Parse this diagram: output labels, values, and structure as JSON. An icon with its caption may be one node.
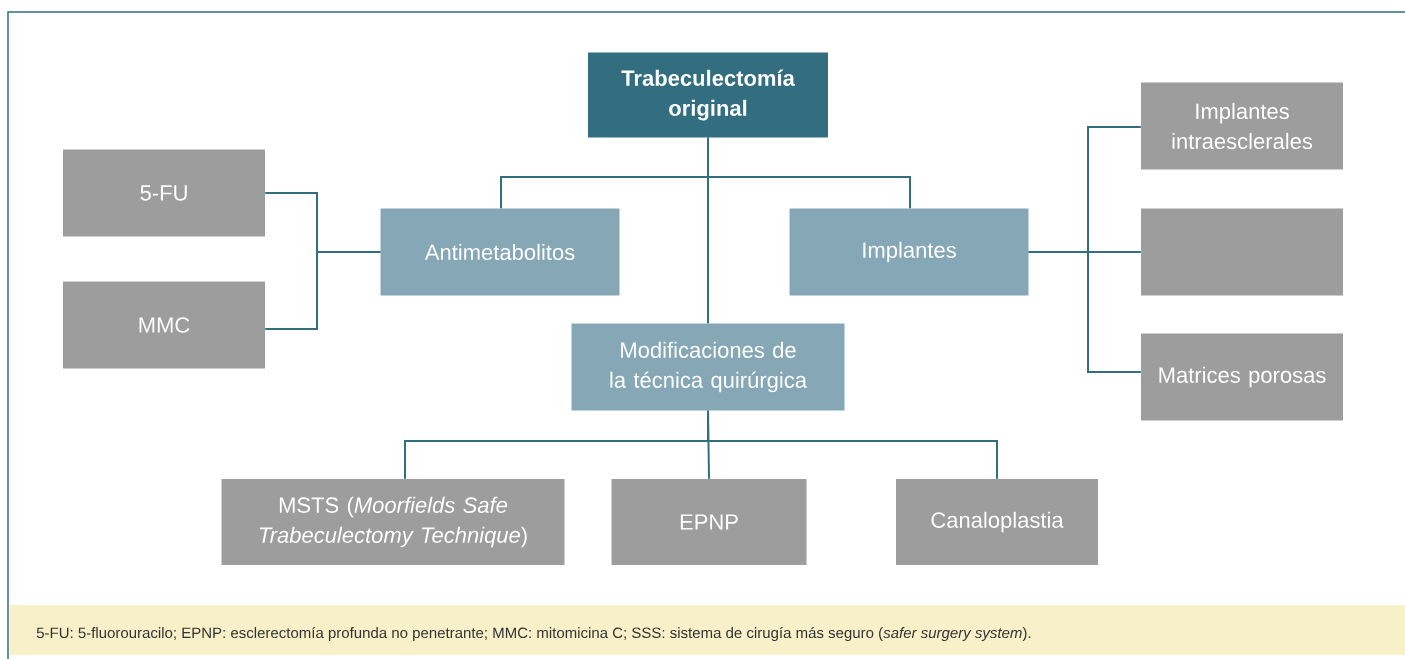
{
  "diagram": {
    "nodes": [
      {
        "text": [
          "Trabeculectomía original"
        ]
      },
      {
        "text": [
          "5-FU"
        ]
      },
      {
        "text": [
          "MMC"
        ]
      },
      {
        "text": [
          "Antimetabolitos"
        ]
      },
      {
        "text": [
          "Implantes"
        ]
      },
      {
        "text": [
          "Implantes intraesclerales"
        ]
      },
      {
        "text": [],
        "shape": "box"
      },
      {
        "text": [
          "Matrices porosas"
        ]
      },
      {
        "text": [
          "Modificaciones de la técnica quirúrgica"
        ]
      },
      {
        "text": [
          "MSTS (*Moorfields Safe Trabeculectomy Technique*)"
        ]
      },
      {
        "text": [
          "EPNP"
        ]
      },
      {
        "text": [
          "Canaloplastia"
        ]
      }
    ],
    "edges": [
      {
        "from": 0,
        "to": 3,
        "arrow": "none"
      },
      {
        "from": 0,
        "to": 4,
        "arrow": "none"
      },
      {
        "from": 0,
        "to": 8,
        "arrow": "none"
      },
      {
        "from": 3,
        "to": 1,
        "arrow": "none"
      },
      {
        "from": 3,
        "to": 2,
        "arrow": "none"
      },
      {
        "from": 4,
        "to": 5,
        "arrow": "none"
      },
      {
        "from": 4,
        "to": 6,
        "arrow": "none"
      },
      {
        "from": 4,
        "to": 7,
        "arrow": "none"
      },
      {
        "from": 8,
        "to": 9,
        "arrow": "none"
      },
      {
        "from": 8,
        "to": 10,
        "arrow": "none"
      },
      {
        "from": 8,
        "to": 11,
        "arrow": "none"
      }
    ],
    "labels": [
      "5-FU: 5-fluorouracilo; EPNP: esclerectomía profunda no penetrante; MMC: mitomicina C; SSS: sistema de cirugía más seguro (*safer surgery system*)."
    ]
  }
}
